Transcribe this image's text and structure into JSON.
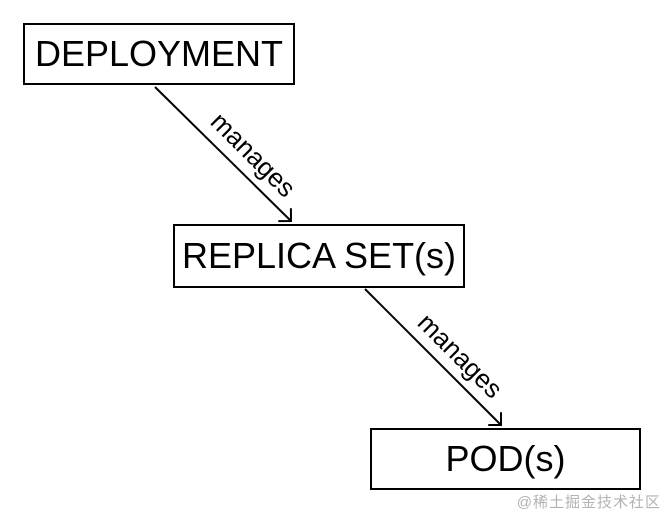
{
  "diagram": {
    "type": "flow-diagram",
    "background": "#ffffff",
    "colors": {
      "node_border": "#000000",
      "node_fill": "#ffffff",
      "text": "#000000",
      "edge": "#000000",
      "watermark": "#b3b3b3"
    },
    "nodes": [
      {
        "id": "deployment",
        "label": "DEPLOYMENT"
      },
      {
        "id": "replica-set",
        "label": "REPLICA SET(s)"
      },
      {
        "id": "pod",
        "label": "POD(s)"
      }
    ],
    "edges": [
      {
        "from": "deployment",
        "to": "replica-set",
        "label": "manages"
      },
      {
        "from": "replica-set",
        "to": "pod",
        "label": "manages"
      }
    ],
    "watermark": {
      "text": "@稀土掘金技术社区"
    }
  }
}
